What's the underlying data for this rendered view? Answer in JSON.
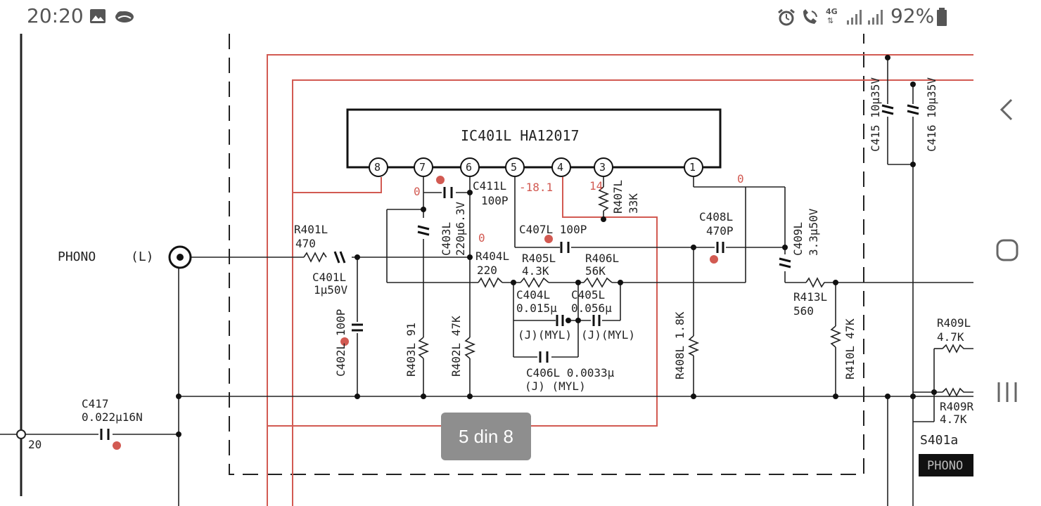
{
  "status_bar": {
    "time": "20:20",
    "battery": "92%",
    "network": "4G"
  },
  "schematic": {
    "ic_title": "IC401L HA12017",
    "pins": [
      "8",
      "7",
      "6",
      "5",
      "4",
      "3",
      "1"
    ],
    "phono": "PHONO",
    "channel": "(L)",
    "voltages": {
      "v_pin7": "0",
      "v_pin5": "-18.1",
      "v_pin3": "14",
      "v_pin1": "0",
      "v_pin6": "0"
    },
    "components": {
      "r401": "R401L",
      "r401_val": "470",
      "c401": "C401L",
      "c401_val": "1μ50V",
      "c402": "C402L 100P",
      "r403": "R403L 91",
      "r402": "R402L 47K",
      "c403": "C403L",
      "c403_val": "220μ6.3V",
      "c411": "C411L",
      "c411_val": "100P",
      "c407": "C407L 100P",
      "r404": "R404L",
      "r404_val": "220",
      "r405": "R405L",
      "r405_val": "4.3K",
      "r406": "R406L",
      "r406_val": "56K",
      "r407": "R407L",
      "r407_val": "33K",
      "c404": "C404L",
      "c404_val": "0.015μ",
      "c405": "C405L",
      "c405_val": "0.056μ",
      "jmyl1": "(J)(MYL)",
      "jmyl2": "(J)(MYL)",
      "c406": "C406L 0.0033μ",
      "c406_sub": "(J) (MYL)",
      "c408": "C408L",
      "c408_val": "470P",
      "c409": "C409L",
      "c409_val": "3.3μ50V",
      "r408": "R408L 1.8K",
      "r413": "R413L",
      "r413_val": "560",
      "r410": "R410L 47K",
      "c415": "C415 10μ35V",
      "c416": "C416 10μ35V",
      "r409a": "R409L",
      "r409a_val": "4.7K",
      "r409b": "R409R",
      "r409b_val": "4.7K",
      "c417": "C417",
      "c417_val": "0.022μ16N",
      "pin20": "20",
      "s401": "S401a",
      "phono_box": "PHONO"
    }
  },
  "toast": {
    "text": "5 din 8"
  }
}
